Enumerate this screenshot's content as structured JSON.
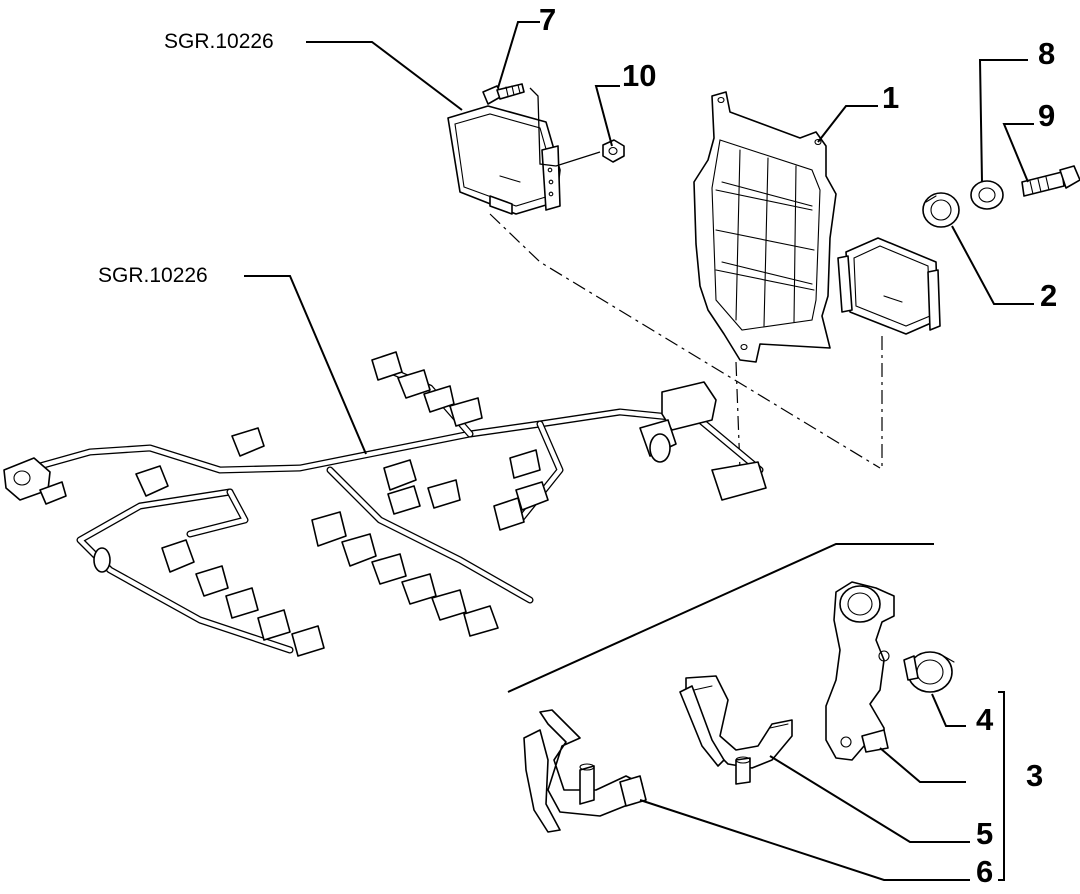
{
  "references": {
    "ref_top": "SGR.10226",
    "ref_mid": "SGR.10226"
  },
  "callouts": {
    "c1": "1",
    "c2": "2",
    "c3": "3",
    "c4": "4",
    "c5": "5",
    "c6": "6",
    "c7": "7",
    "c8": "8",
    "c9": "9",
    "c10": "10"
  }
}
